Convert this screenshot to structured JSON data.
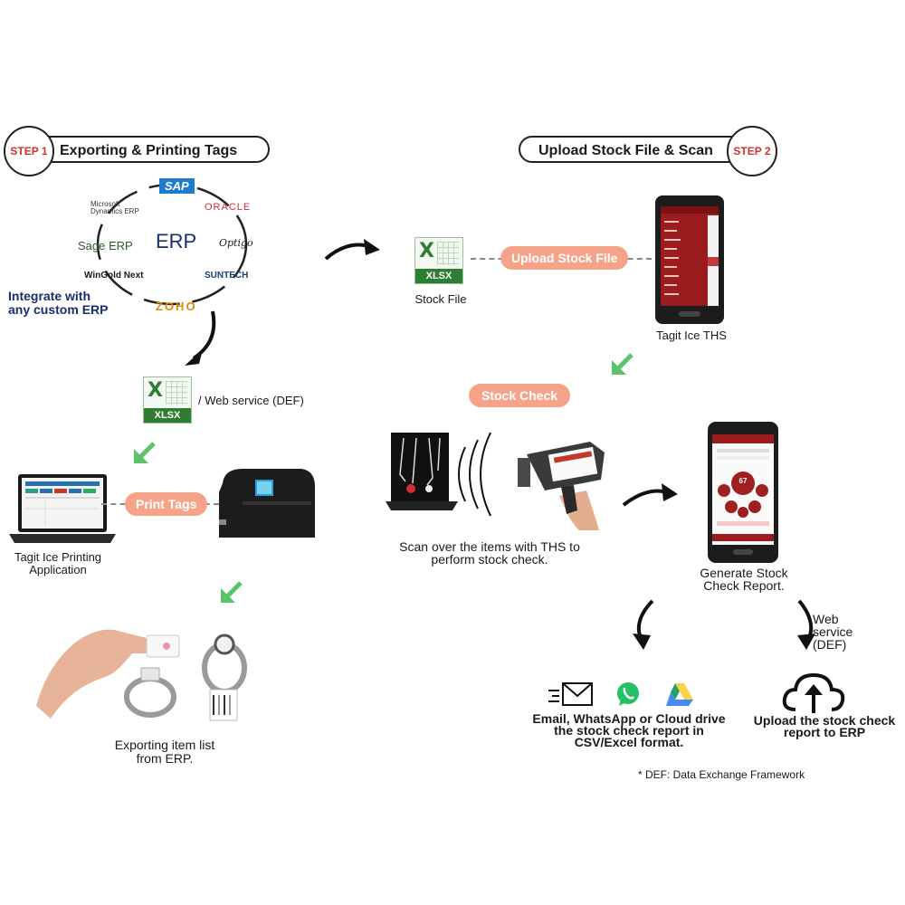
{
  "step1": {
    "badge": "STEP 1",
    "title": "Exporting & Printing Tags"
  },
  "step2": {
    "badge": "STEP 2",
    "title": "Upload Stock File & Scan"
  },
  "erp": {
    "center": "ERP",
    "logos": [
      "SAP",
      "ORACLE",
      "Optigo",
      "SUNTECH",
      "ZOHO",
      "WinGold Next",
      "Sage ERP",
      "Microsoft Dynamics ERP"
    ],
    "integrate": "Integrate with any custom ERP"
  },
  "xlsx_label": "XLSX",
  "web_service_def": "/ Web service (DEF)",
  "print_tags": "Print Tags",
  "printing_app": "Tagit Ice Printing Application",
  "exporting_caption": "Exporting item list from ERP.",
  "upload_stock_file": "Upload Stock File",
  "stock_file": "Stock File",
  "tagit_ths": "Tagit Ice THS",
  "stock_check": "Stock Check",
  "scan_caption": "Scan over the items with THS to perform stock check.",
  "generate_report": "Generate Stock Check Report.",
  "web_service_erp": "Web service (DEF)",
  "email_caption": "Email, WhatsApp or Cloud drive the stock check report in CSV/Excel format.",
  "upload_erp_caption": "Upload the stock check report to ERP",
  "def_note": "* DEF: Data Exchange Framework",
  "report_screen_value": "67",
  "icons": [
    "mail-icon",
    "whatsapp-icon",
    "google-drive-icon",
    "cloud-upload-icon"
  ],
  "colors": {
    "step_red": "#d32f2f",
    "peach": "#f5a48a",
    "excel_green": "#2e7d32",
    "arrow_green": "#5cc36a",
    "app_red": "#9b1c1c"
  }
}
